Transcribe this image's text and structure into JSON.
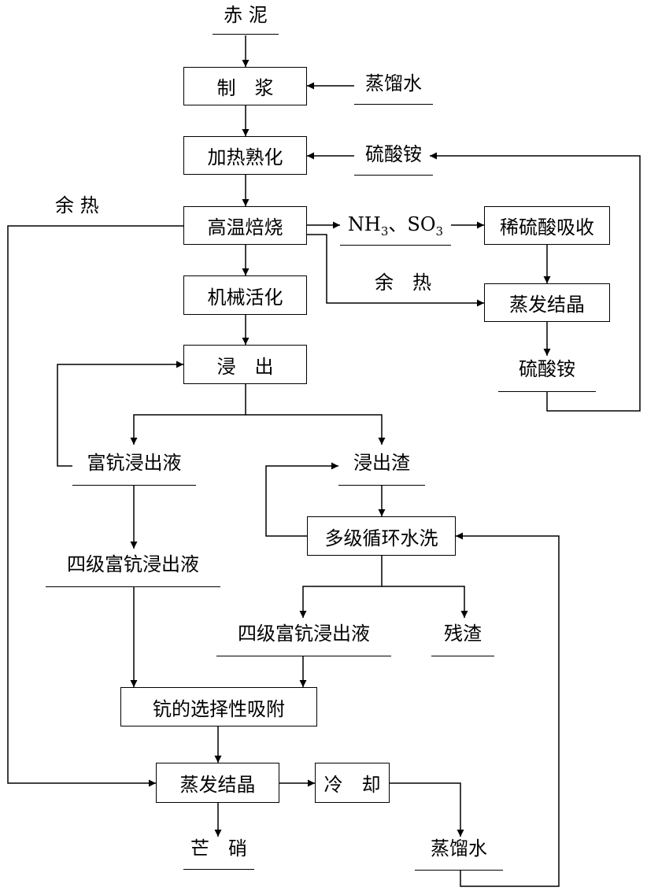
{
  "inputs": {
    "red_mud": "赤 泥",
    "distilled_water_in": "蒸馏水",
    "ammonium_sulfate_in": "硫酸铵"
  },
  "process_boxes": {
    "slurrying": "制　浆",
    "heating_curing": "加热熟化",
    "high_temp_roasting": "高温焙烧",
    "dilute_acid_absorption": "稀硫酸吸收",
    "mechanical_activation": "机械活化",
    "evaporation_crystallization_top": "蒸发结晶",
    "leaching": "浸　出",
    "multistage_washing": "多级循环水洗",
    "scandium_adsorption": "钪的选择性吸附",
    "evaporation_crystallization_bottom": "蒸发结晶",
    "cooling": "冷　却"
  },
  "streams": {
    "gas": {
      "main": "NH",
      "sub1": "3",
      "mid": "、SO",
      "sub2": "3"
    },
    "waste_heat_left": "余 热",
    "waste_heat_right": "余　热",
    "ammonium_sulfate_out": "硫酸铵",
    "sc_rich_leachate": "富钪浸出液",
    "leach_residue": "浸出渣",
    "four_stage_leachate_left": "四级富钪浸出液",
    "four_stage_leachate_mid": "四级富钪浸出液",
    "residue": "残渣",
    "mirabilite": "芒　硝",
    "distilled_water_out": "蒸馏水"
  },
  "colors": {
    "line": "#000000",
    "background": "#ffffff"
  }
}
